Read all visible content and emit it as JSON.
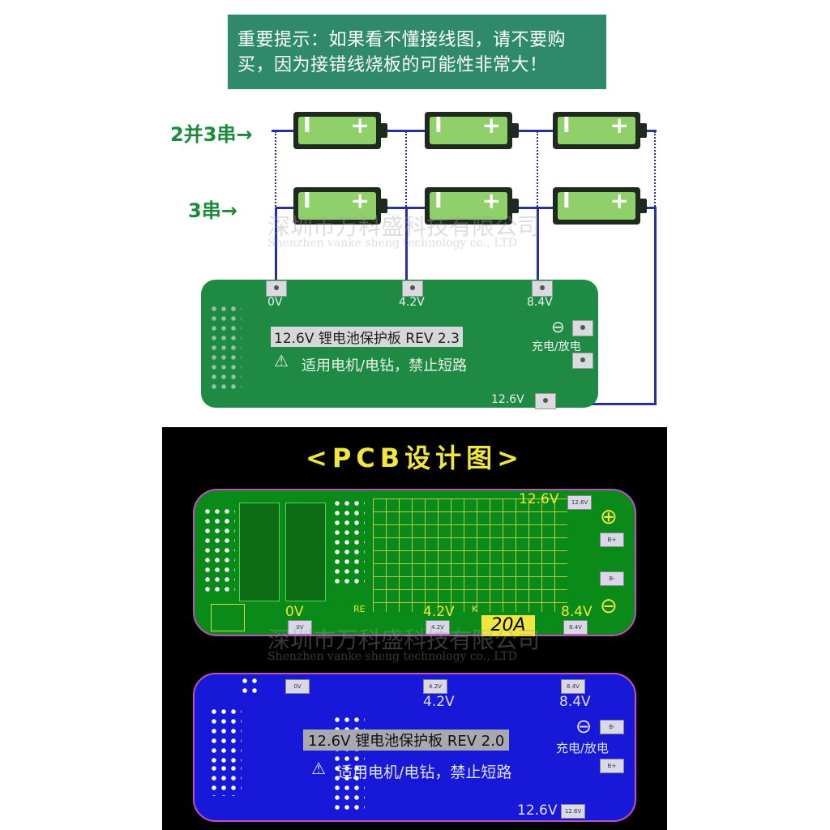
{
  "banner": {
    "line1": "重要提示：如果看不懂接线图，请不要购",
    "line2": "买，因为接错线烧板的可能性非常大！"
  },
  "rows": {
    "top_label": "2并3串",
    "bottom_label": "3串",
    "arrow": "→"
  },
  "battery": {
    "neg_symbol": "I",
    "pos_symbol": "+"
  },
  "board_photo": {
    "pad_0v": "0V",
    "pad_42v": "4.2V",
    "pad_84v": "8.4V",
    "pad_126v": "12.6V",
    "title": "12.6V 锂电池保护板 REV 2.3",
    "warning": "适用电机/电钻，禁止短路",
    "charge_discharge": "充电/放电",
    "minus_symbol": "⊖"
  },
  "pcb_design": {
    "title": "<PCB设计图>",
    "top": {
      "v126": "12.6V",
      "v0": "0V",
      "v42": "4.2V",
      "v84": "8.4V",
      "current": "20A",
      "plus": "⊕",
      "minus": "⊖",
      "re": "RE",
      "k": "K"
    },
    "bottom": {
      "v42": "4.2V",
      "v84": "8.4V",
      "v126": "12.6V",
      "title": "12.6V 锂电池保护板 REV 2.0",
      "warning": "适用电机/电钻，禁止短路",
      "charge_discharge": "充电/放电",
      "minus": "⊖"
    }
  },
  "watermark": {
    "cn": "深圳市万科盛科技有限公司",
    "en": "Shenzhen vanke sheng technology co., LTD"
  },
  "colors": {
    "banner_bg": "#2e8a6a",
    "wire": "#2730a0",
    "battery_fill": "#8fd06a",
    "board_green": "#1f8a44",
    "pcb_yellow": "#f0e640",
    "pcb_blue": "#1818d8"
  }
}
